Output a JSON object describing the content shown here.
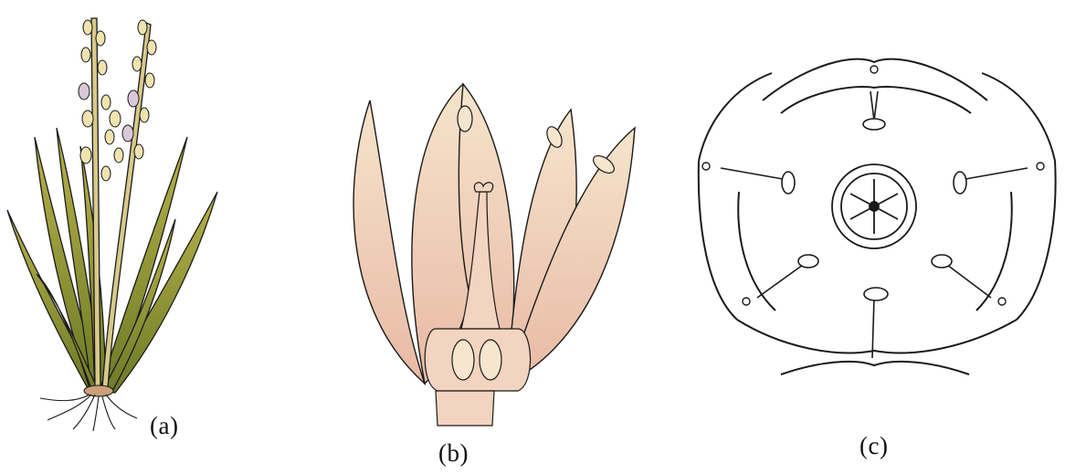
{
  "figure": {
    "panel_a": {
      "label": "(a)",
      "illustration": "whole-plant-drawing"
    },
    "panel_b": {
      "label": "(b)",
      "illustration": "flower-longitudinal-section-drawing"
    },
    "panel_c": {
      "label": "(c)",
      "illustration": "floral-diagram"
    }
  },
  "colors": {
    "ink": "#1a1a1a",
    "leaf_green": "#9a9a3a",
    "leaf_dark": "#6f7a2a",
    "flower_cream": "#f3dcc0",
    "flower_pink": "#e9b8a8",
    "spikelet_cream": "#efe3b0",
    "root_brown": "#b98a6a"
  }
}
